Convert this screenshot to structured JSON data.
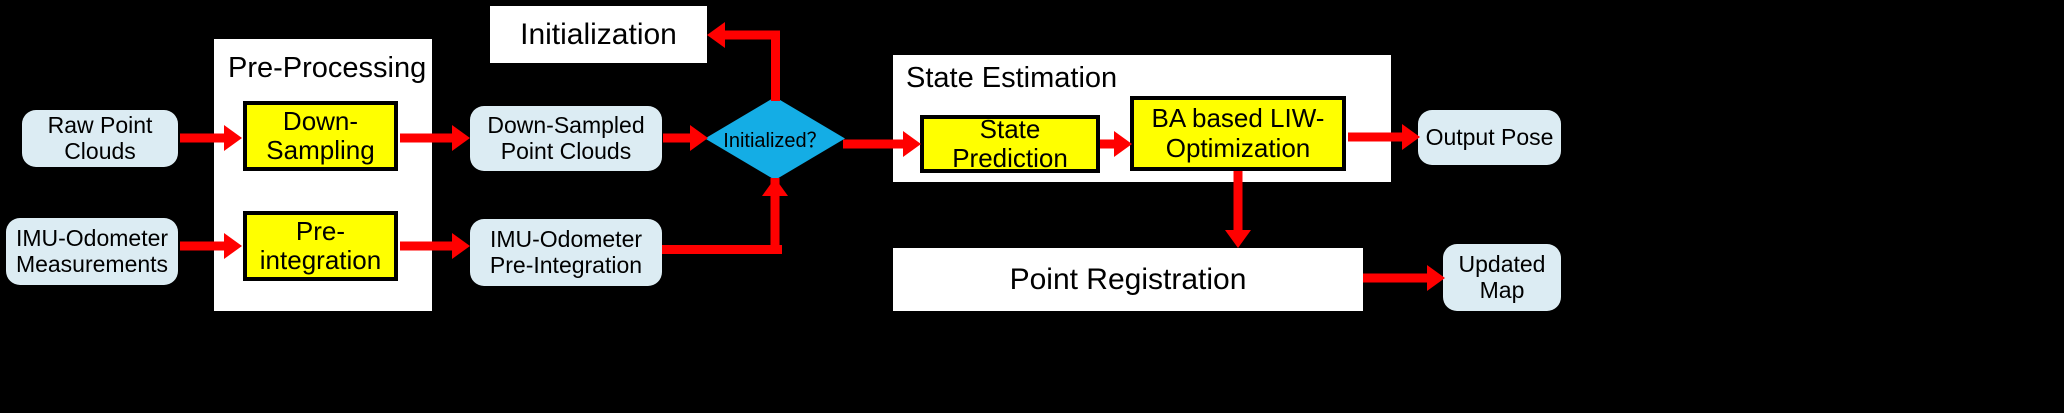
{
  "diagram": {
    "title": "LIW-Odometry pipeline flowchart",
    "background_color": "#000000",
    "colors": {
      "io_fill": "#dcecf3",
      "process_fill": "#ffff00",
      "decision_fill": "#14ade5",
      "panel_fill": "#ffffff",
      "arrow": "#ff0000",
      "stroke": "#000000"
    }
  },
  "inputs": [
    {
      "id": "raw-point-clouds",
      "label": "Raw Point\nClouds"
    },
    {
      "id": "imu-odometer-measurements",
      "label": "IMU-Odometer\nMeasurements"
    }
  ],
  "groups": [
    {
      "id": "pre-processing",
      "title": "Pre-Processing"
    },
    {
      "id": "state-estimation",
      "title": "State Estimation"
    }
  ],
  "processes": [
    {
      "id": "down-sampling",
      "label": "Down-\nSampling"
    },
    {
      "id": "pre-integration",
      "label": "Pre-\nintegration"
    },
    {
      "id": "state-prediction",
      "label": "State Prediction"
    },
    {
      "id": "ba-liw-optimization",
      "label": "BA based LIW-\nOptimization"
    }
  ],
  "intermediates": [
    {
      "id": "down-sampled-point-clouds",
      "label": "Down-Sampled\nPoint Clouds"
    },
    {
      "id": "imu-odometer-pre-integration",
      "label": "IMU-Odometer\nPre-Integration"
    }
  ],
  "decision": {
    "id": "initialized",
    "label": "Initialized？"
  },
  "stages": [
    {
      "id": "initialization",
      "label": "Initialization"
    },
    {
      "id": "point-registration",
      "label": "Point Registration"
    }
  ],
  "outputs": [
    {
      "id": "output-pose",
      "label": "Output Pose"
    },
    {
      "id": "updated-map",
      "label": "Updated\nMap"
    }
  ],
  "edges": [
    {
      "from": "raw-point-clouds",
      "to": "down-sampling"
    },
    {
      "from": "down-sampling",
      "to": "down-sampled-point-clouds"
    },
    {
      "from": "down-sampled-point-clouds",
      "to": "initialized"
    },
    {
      "from": "imu-odometer-measurements",
      "to": "pre-integration"
    },
    {
      "from": "pre-integration",
      "to": "imu-odometer-pre-integration"
    },
    {
      "from": "imu-odometer-pre-integration",
      "to": "initialized"
    },
    {
      "from": "initialized",
      "to": "initialization"
    },
    {
      "from": "initialized",
      "to": "state-prediction"
    },
    {
      "from": "state-prediction",
      "to": "ba-liw-optimization"
    },
    {
      "from": "ba-liw-optimization",
      "to": "output-pose"
    },
    {
      "from": "ba-liw-optimization",
      "to": "point-registration"
    },
    {
      "from": "point-registration",
      "to": "updated-map"
    }
  ]
}
